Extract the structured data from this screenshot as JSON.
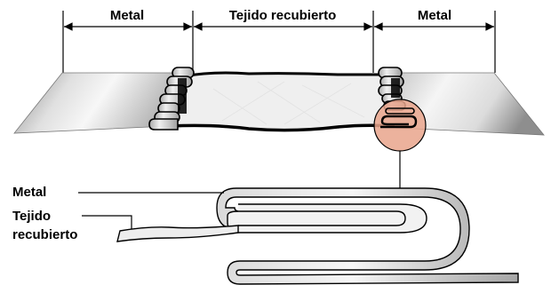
{
  "labels": {
    "metal_left": "Metal",
    "fabric_top": "Tejido recubierto",
    "metal_right": "Metal",
    "callout_metal": "Metal",
    "callout_fabric_line1": "Tejido",
    "callout_fabric_line2": "recubierto"
  },
  "colors": {
    "metal_light": "#f4f4f4",
    "metal_dark": "#9a9a9a",
    "fabric": "#ececec",
    "fabric_edge": "#000000",
    "magnifier": "#e9a48c",
    "outline": "#000000"
  }
}
